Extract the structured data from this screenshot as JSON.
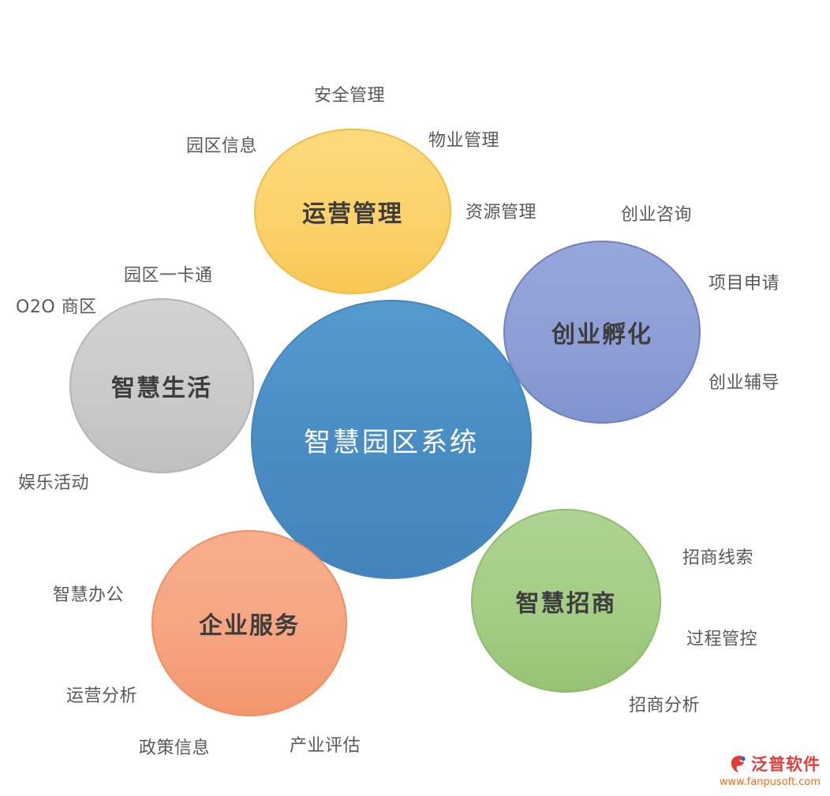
{
  "center": {
    "label": "智慧园区系统"
  },
  "nodes": [
    {
      "id": "operations",
      "label": "运营管理",
      "color": "#fbd169",
      "features": [
        "安全管理",
        "园区信息",
        "物业管理",
        "资源管理"
      ]
    },
    {
      "id": "incubation",
      "label": "创业孵化",
      "color": "#8d9ed6",
      "features": [
        "创业咨询",
        "项目申请",
        "创业辅导"
      ]
    },
    {
      "id": "life",
      "label": "智慧生活",
      "color": "#c9c9c9",
      "features": [
        "园区一卡通",
        "O2O 商区",
        "娱乐活动"
      ]
    },
    {
      "id": "services",
      "label": "企业服务",
      "color": "#f6a480",
      "features": [
        "智慧办公",
        "运营分析",
        "政策信息",
        "产业评估"
      ]
    },
    {
      "id": "investment",
      "label": "智慧招商",
      "color": "#a3cc84",
      "features": [
        "招商线索",
        "过程管控",
        "招商分析"
      ]
    }
  ],
  "colors": {
    "center_blue": "#4a8ec6",
    "label_text": "#595959",
    "title_text": "#3d3d3d",
    "brand_red": "#e23c39",
    "url_orange": "#ef6c1a"
  },
  "watermark": {
    "brand": "泛普软件",
    "url": "www.fanpusoft.com"
  }
}
